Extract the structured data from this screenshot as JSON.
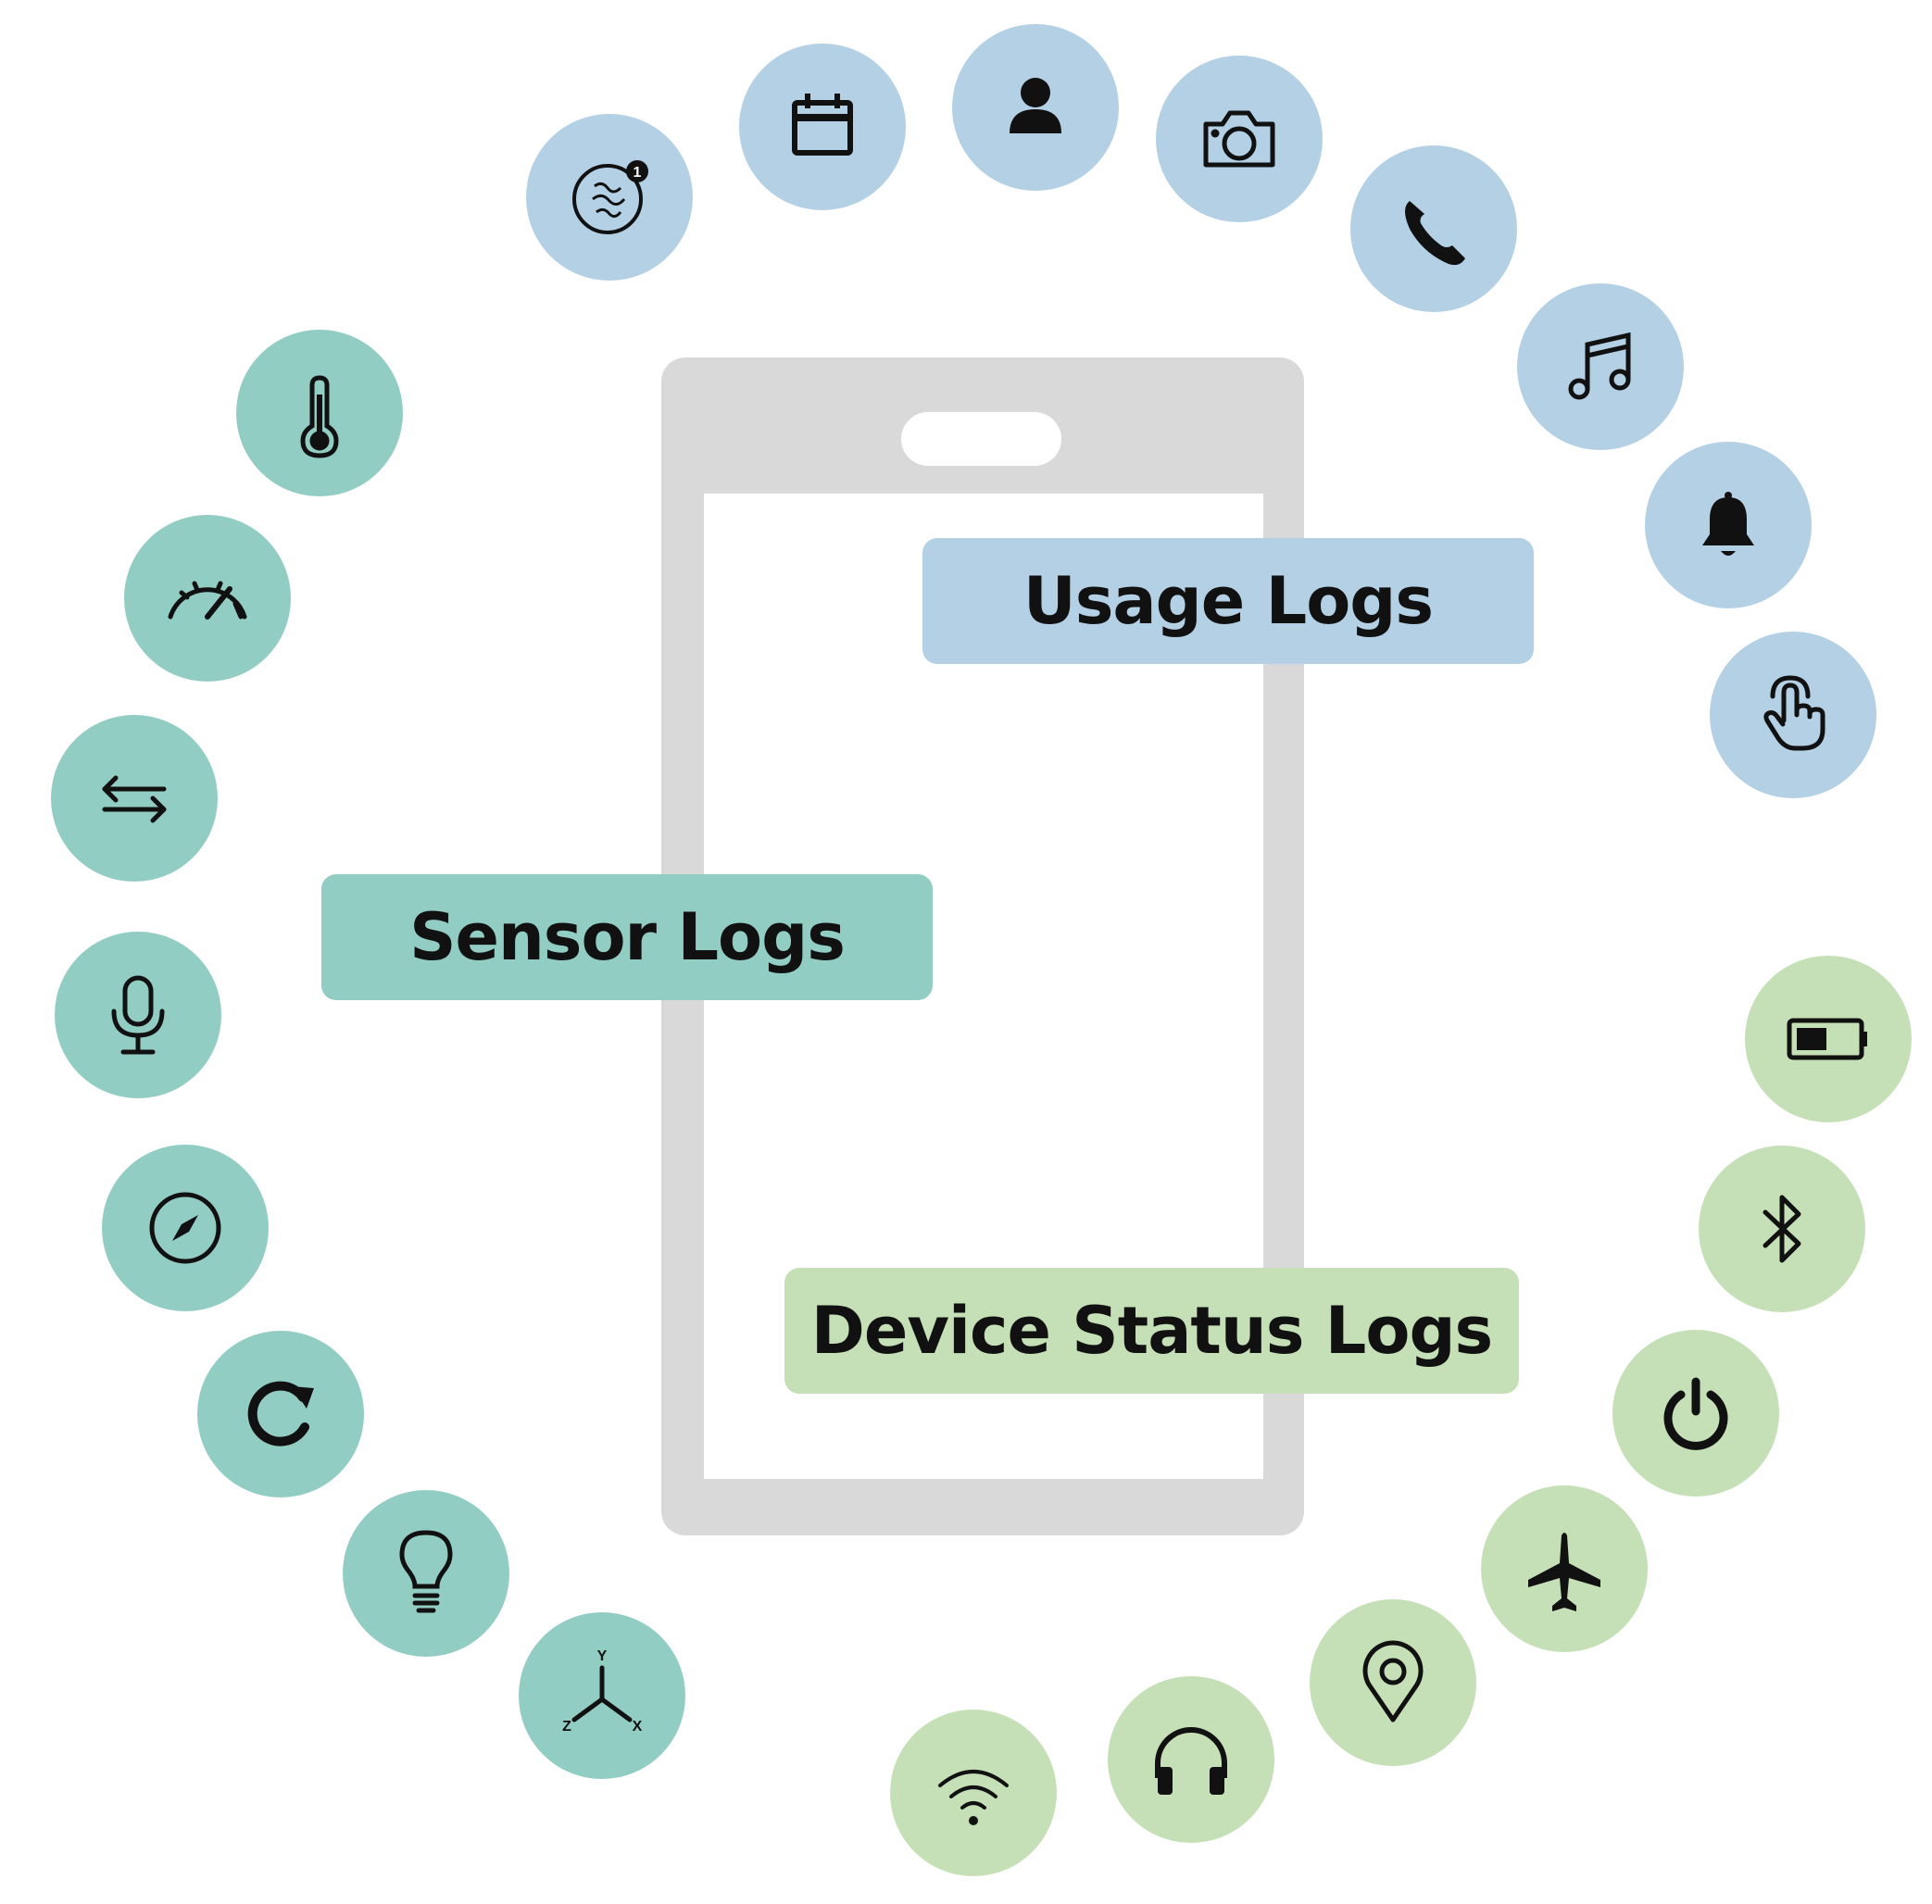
{
  "labels": {
    "usage": "Usage Logs",
    "sensor": "Sensor Logs",
    "device": "Device Status Logs"
  },
  "colors": {
    "usage": "#b3d0e5",
    "sensor": "#92cdc4",
    "device": "#c5e0b6",
    "phone": "#d9d9d9",
    "icon": "#111111"
  },
  "categories": {
    "usage": [
      "app-notification-icon",
      "calendar-icon",
      "contact-icon",
      "camera-icon",
      "phone-call-icon",
      "music-icon",
      "notification-bell-icon",
      "touch-icon"
    ],
    "sensor": [
      "temperature-icon",
      "speedometer-icon",
      "data-transfer-icon",
      "microphone-icon",
      "compass-icon",
      "rotation-icon",
      "light-bulb-icon",
      "accelerometer-axes-icon"
    ],
    "device": [
      "battery-icon",
      "bluetooth-icon",
      "power-icon",
      "airplane-mode-icon",
      "location-icon",
      "headphones-icon",
      "wifi-icon"
    ]
  },
  "icon_badge": "1",
  "axis_letters": {
    "x": "X",
    "y": "Y",
    "z": "Z"
  }
}
